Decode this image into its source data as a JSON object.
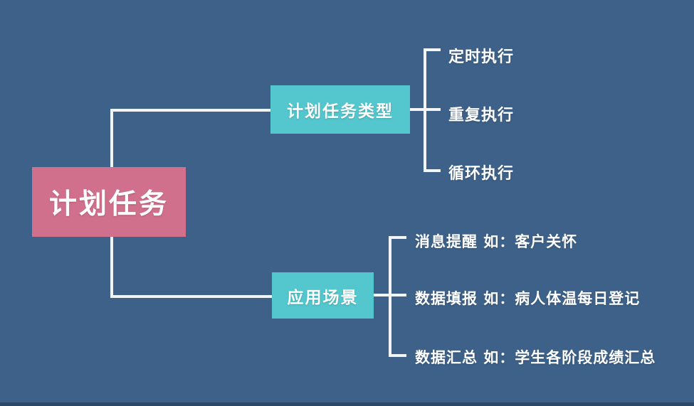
{
  "diagram": {
    "title": "计划任务",
    "type": "mind-map",
    "background_color": "#3d6189",
    "root": {
      "label": "计划任务",
      "color": "#d1708c",
      "text_color": "#ffffff"
    },
    "branches": [
      {
        "label": "计划任务类型",
        "color": "#54c6ce",
        "text_color": "#ffffff",
        "children": [
          {
            "label": "定时执行"
          },
          {
            "label": "重复执行"
          },
          {
            "label": "循环执行"
          }
        ]
      },
      {
        "label": "应用场景",
        "color": "#54c6ce",
        "text_color": "#ffffff",
        "children": [
          {
            "label": "消息提醒 如：客户关怀"
          },
          {
            "label": "数据填报 如：病人体温每日登记"
          },
          {
            "label": "数据汇总 如：学生各阶段成绩汇总"
          }
        ]
      }
    ],
    "connector_color": "#f2f4f6"
  }
}
